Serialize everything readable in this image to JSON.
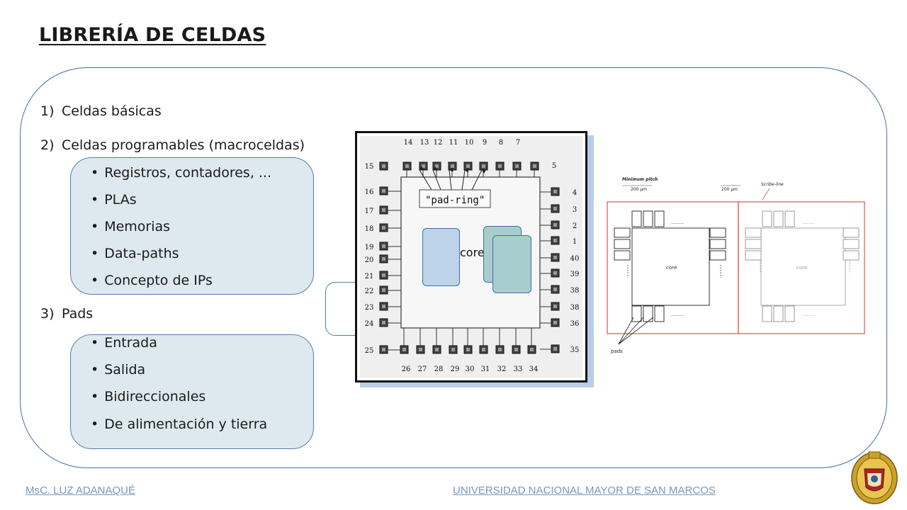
{
  "title": "LIBRERÍA DE CELDAS",
  "list": {
    "item1": {
      "num": "1)",
      "text": "Celdas básicas"
    },
    "item2": {
      "num": "2)",
      "text": "Celdas programables (macroceldas)",
      "bullets": [
        "Registros, contadores, ...",
        "PLAs",
        "Memorias",
        "Data-paths",
        "Concepto de IPs"
      ]
    },
    "item3": {
      "num": "3)",
      "text": "Pads",
      "bullets": [
        "Entrada",
        "Salida",
        "Bidireccionales",
        "De alimentación y tierra"
      ]
    }
  },
  "chip_diagram": {
    "top_pins": [
      "14",
      "13",
      "12",
      "11",
      "10",
      "9",
      "8",
      "7"
    ],
    "right_top_pin": "5",
    "left_pins": [
      "15",
      "16",
      "17",
      "18",
      "19",
      "20",
      "21",
      "22",
      "23",
      "24",
      "25"
    ],
    "right_pins": [
      "4",
      "3",
      "2",
      "1",
      "40",
      "39",
      "38",
      "38",
      "36",
      "35"
    ],
    "bottom_pins": [
      "26",
      "27",
      "28",
      "29",
      "30",
      "31",
      "32",
      "33",
      "34"
    ],
    "label_pad_ring": "\"pad-ring\"",
    "label_core": "core"
  },
  "pitch_diagram": {
    "label_minimum_pitch": "Minimum pitch",
    "label_200_left": "200 μm",
    "label_200_right": "200 μm",
    "label_scribe": "Scribe-line",
    "label_core_left": "core",
    "label_core_right": "core",
    "label_pads": "pads",
    "dots": "........"
  },
  "footer": {
    "author": "MsC. LUZ ADANAQUÉ ",
    "university": "UNIVERSIDAD NACIONAL MAYOR DE SAN MARCOS"
  },
  "colors": {
    "frame_border": "#3f6eaa",
    "box_fill": "#dde9ef",
    "overlay_blue": "#bcd3ea",
    "overlay_green": "#a8cdcd",
    "scribe_red": "#e05050"
  }
}
